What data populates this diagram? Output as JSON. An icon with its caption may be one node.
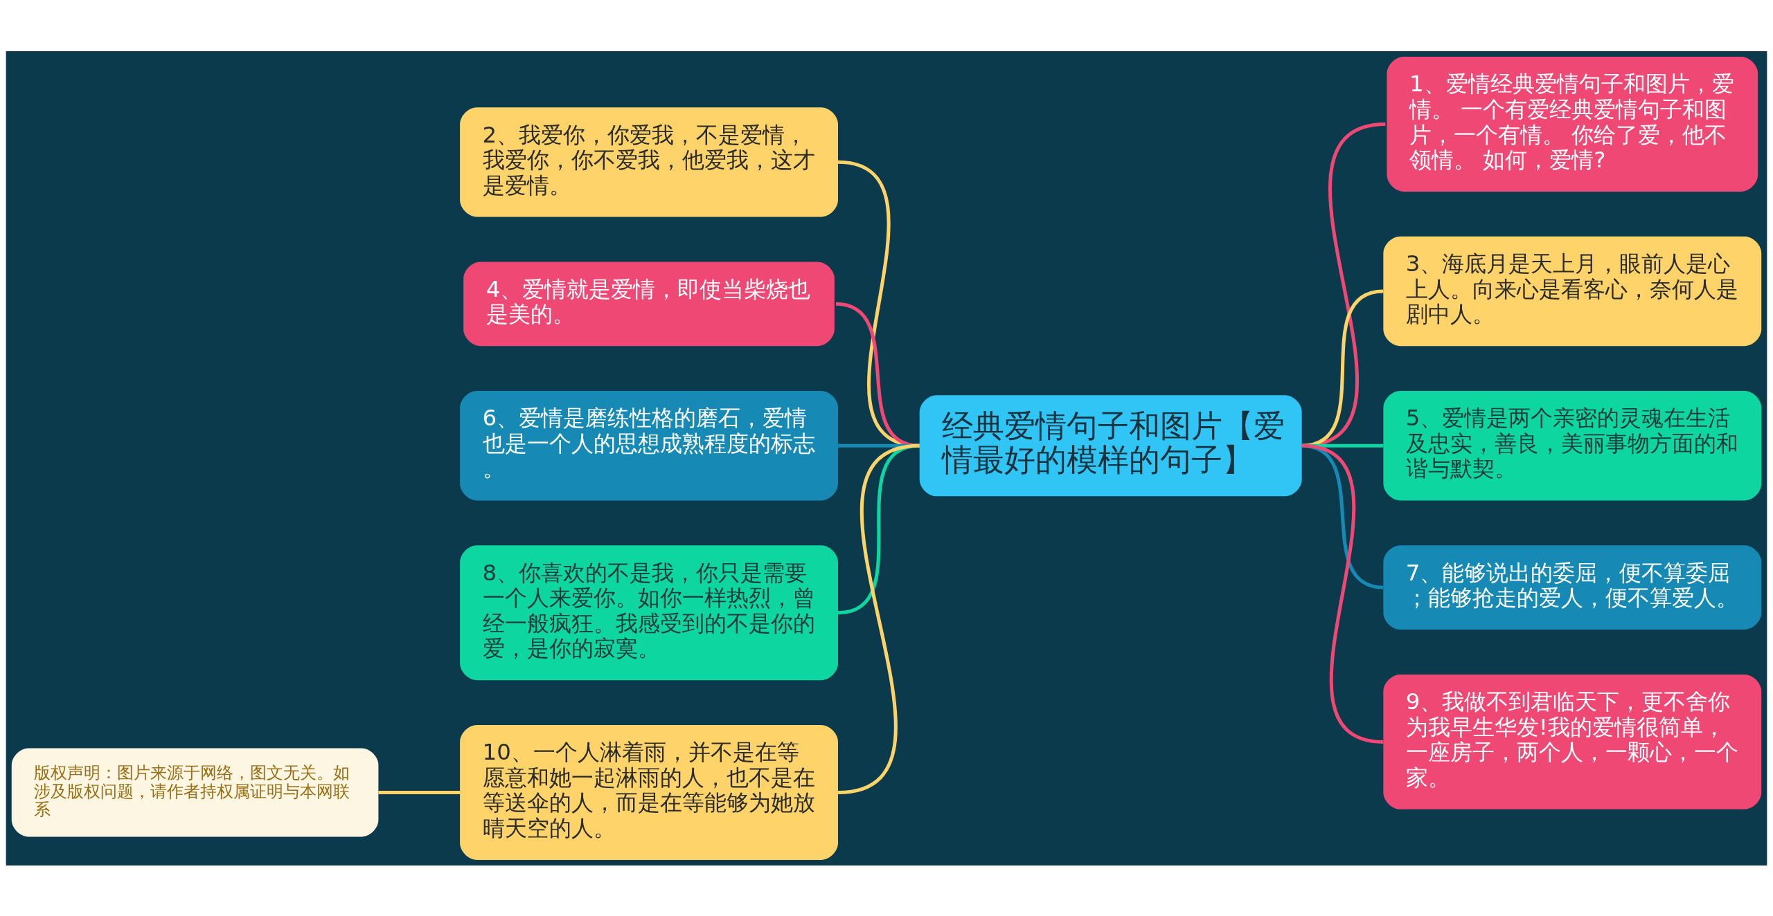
{
  "diagram": {
    "nodes": [
      {
        "text": [
          "经典爱情句子和图片【爱情最好的模样的句子】"
        ]
      },
      {
        "text": [
          "1、爱情经典爱情句子和图片，爱情。 一个有爱经典爱情句子和图片，一个有情。 你给了爱，他不领情。 如何，爱情?"
        ]
      },
      {
        "text": [
          "3、海底月是天上月，眼前人是心上人。向来心是看客心，奈何人是剧中人。"
        ]
      },
      {
        "text": [
          "5、爱情是两个亲密的灵魂在生活及忠实，善良，美丽事物方面的和谐与默契。"
        ]
      },
      {
        "text": [
          "7、能够说出的委屈，便不算委屈；能够抢走的爱人，便不算爱人。"
        ]
      },
      {
        "text": [
          "9、我做不到君临天下，更不舍你为我早生华发!我的爱情很简单，一座房子，两个人，一颗心，一个家。"
        ]
      },
      {
        "text": [
          "2、我爱你，你爱我，不是爱情，我爱你，你不爱我，他爱我，这才是爱情。"
        ]
      },
      {
        "text": [
          "4、爱情就是爱情，即使当柴烧也是美的。"
        ]
      },
      {
        "text": [
          "6、爱情是磨练性格的磨石，爱情也是一个人的思想成熟程度的标志。"
        ]
      },
      {
        "text": [
          "8、你喜欢的不是我，你只是需要一个人来爱你。如你一样热烈，曾经一般疯狂。我感受到的不是你的爱，是你的寂寞。"
        ]
      },
      {
        "text": [
          "10、一个人淋着雨，并不是在等愿意和她一起淋雨的人，也不是在等送伞的人，而是在等能够为她放晴天空的人。"
        ]
      },
      {
        "text": [
          "版权声明：图片来源于网络，图文无关。如涉及版权问题，请作者持权属证明与本网联系"
        ]
      }
    ],
    "edges": [
      {
        "from": 0,
        "to": 1,
        "arrow": "none",
        "color": "#ef4874"
      },
      {
        "from": 0,
        "to": 2,
        "arrow": "none"
      },
      {
        "from": 0,
        "to": 3,
        "arrow": "none",
        "color": "#0dd6a0"
      },
      {
        "from": 0,
        "to": 4,
        "arrow": "none",
        "color": "#168ab5"
      },
      {
        "from": 0,
        "to": 5,
        "arrow": "none",
        "color": "#ef4874"
      },
      {
        "from": 6,
        "to": 0,
        "arrow": "none"
      },
      {
        "from": 7,
        "to": 0,
        "arrow": "none",
        "color": "#ef4874"
      },
      {
        "from": 8,
        "to": 0,
        "arrow": "none",
        "color": "#168ab5"
      },
      {
        "from": 9,
        "to": 0,
        "arrow": "none",
        "color": "#0dd6a0"
      },
      {
        "from": 10,
        "to": 0,
        "arrow": "none"
      },
      {
        "from": 11,
        "to": 10,
        "arrow": "none"
      }
    ]
  }
}
